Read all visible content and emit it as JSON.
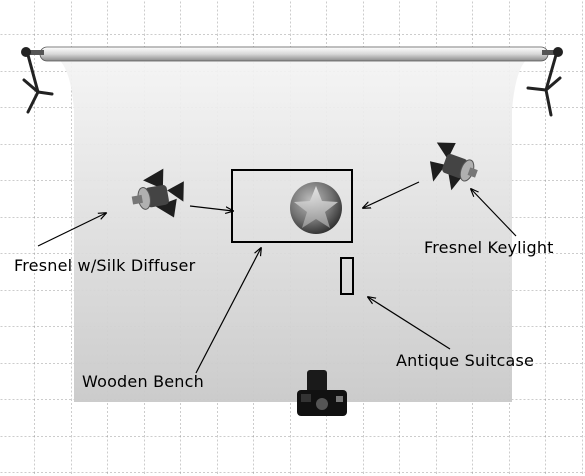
{
  "labels": {
    "fresnel_diffuser": "Fresnel w/Silk Diffuser",
    "fresnel_keylight": "Fresnel Keylight",
    "wooden_bench": "Wooden Bench",
    "antique_suitcase": "Antique Suitcase"
  },
  "icons": {
    "left_light": "fresnel-light-icon",
    "right_light": "fresnel-light-icon",
    "camera": "camera-icon",
    "subject": "star-sphere-icon",
    "left_stand": "light-stand-icon",
    "right_stand": "light-stand-icon"
  },
  "colors": {
    "grid_line": "#9a9a9a",
    "backdrop_top": "#f4f4f4",
    "backdrop_bottom": "#cdcdcd",
    "outline": "#000000"
  }
}
